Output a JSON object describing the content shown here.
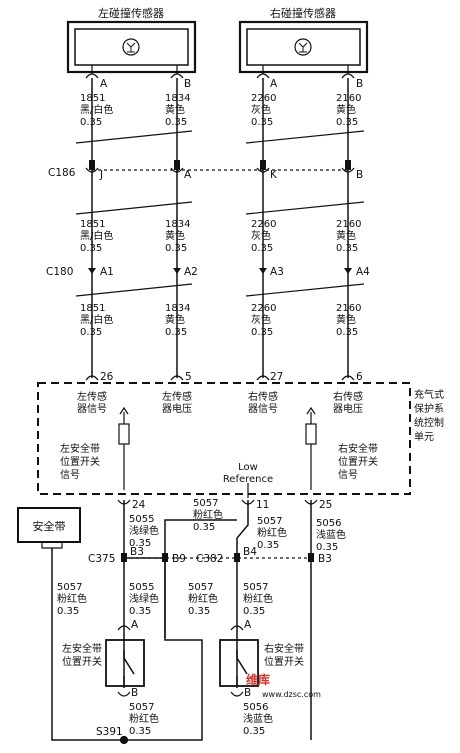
{
  "sensors": {
    "left": {
      "label": "左碰撞传感器",
      "pin_a": "A",
      "pin_b": "B"
    },
    "right": {
      "label": "右碰撞传感器",
      "pin_a": "A",
      "pin_b": "B"
    }
  },
  "connectors": {
    "c186": {
      "name": "C186",
      "pins": [
        "J",
        "A",
        "K",
        "B"
      ]
    },
    "c180": {
      "name": "C180",
      "pins": [
        "A1",
        "A2",
        "A3",
        "A4"
      ]
    },
    "c375": {
      "name": "C375",
      "pin": "B3",
      "pin2": "B9"
    },
    "c382": {
      "name": "C382",
      "pin": "B4",
      "pin2": "B3"
    },
    "s391": {
      "name": "S391"
    }
  },
  "wires": [
    {
      "circuit": "1851",
      "color": "黑/白色",
      "gauge": "0.35"
    },
    {
      "circuit": "1834",
      "color": "黄色",
      "gauge": "0.35"
    },
    {
      "circuit": "2260",
      "color": "灰色",
      "gauge": "0.35"
    },
    {
      "circuit": "2160",
      "color": "黄色",
      "gauge": "0.35"
    }
  ],
  "module": {
    "name": "充气式保护系统控制单元",
    "name_lines": [
      "充气式",
      "保护系",
      "统控制",
      "单元"
    ],
    "pins": [
      "26",
      "5",
      "27",
      "6"
    ],
    "signal_labels": [
      [
        "左传感",
        "器信号"
      ],
      [
        "左传感",
        "器电压"
      ],
      [
        "右传感",
        "器信号"
      ],
      [
        "右传感",
        "器电压"
      ]
    ],
    "left_belt_label": [
      "左安全带",
      "位置开关",
      "信号"
    ],
    "right_belt_label": [
      "右安全带",
      "位置开关",
      "信号"
    ],
    "low_reference": [
      "Low",
      "Reference"
    ],
    "lower_pins": [
      "24",
      "11",
      "25"
    ]
  },
  "lower_wires": {
    "w5055": {
      "circuit": "5055",
      "color": "浅绿色",
      "gauge": "0.35"
    },
    "w5057a": {
      "circuit": "5057",
      "color": "粉红色",
      "gauge": "0.35"
    },
    "w5057b": {
      "circuit": "5057",
      "color": "粉红色",
      "gauge": "0.35"
    },
    "w5056": {
      "circuit": "5056",
      "color": "浅蓝色",
      "gauge": "0.35"
    },
    "w5057c": {
      "circuit": "5057",
      "color": "粉红色",
      "gauge": "0.35"
    },
    "w5055b": {
      "circuit": "5055",
      "color": "浅绿色",
      "gauge": "0.35"
    },
    "w5057d": {
      "circuit": "5057",
      "color": "粉红色",
      "gauge": "0.35"
    },
    "w5057e": {
      "circuit": "5057",
      "color": "粉红色",
      "gauge": "0.35"
    },
    "w5057f": {
      "circuit": "5057",
      "color": "粉红色",
      "gauge": "0.35"
    },
    "w5056b": {
      "circuit": "5056",
      "color": "浅蓝色",
      "gauge": "0.35"
    }
  },
  "seatbelt": {
    "label": "安全带"
  },
  "switches": {
    "left": {
      "label": [
        "左安全带",
        "位置开关"
      ],
      "pin_a": "A",
      "pin_b": "B"
    },
    "right": {
      "label": [
        "右安全带",
        "位置开关"
      ],
      "pin_a": "A",
      "pin_b": "B"
    }
  },
  "watermark": {
    "text": "维库",
    "url": "www.dzsc.com"
  }
}
